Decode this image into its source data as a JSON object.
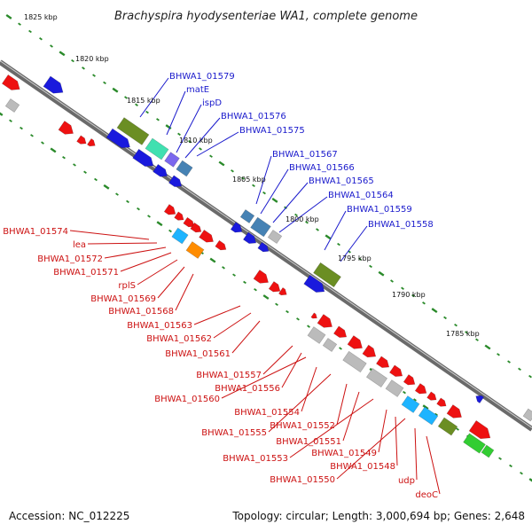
{
  "title": "Brachyspira hyodysenteriae WA1, complete genome",
  "footer": {
    "accession": "Accession: NC_012225",
    "stats": "Topology: circular; Length: 3,000,694 bp; Genes: 2,648"
  },
  "scale_labels": [
    "1825 kbp",
    "1820 kbp",
    "1815 kbp",
    "1810 kbp",
    "1805 kbp",
    "1800 kbp",
    "1795 kbp",
    "1790 kbp",
    "1785 kbp"
  ],
  "labels_upper": [
    "BHWA1_01579",
    "matE",
    "ispD",
    "BHWA1_01576",
    "BHWA1_01575",
    "BHWA1_01567",
    "BHWA1_01566",
    "BHWA1_01565",
    "BHWA1_01564",
    "BHWA1_01559",
    "BHWA1_01558"
  ],
  "labels_lower": [
    "BHWA1_01574",
    "lea",
    "BHWA1_01572",
    "BHWA1_01571",
    "rplS",
    "BHWA1_01569",
    "BHWA1_01568",
    "BHWA1_01563",
    "BHWA1_01562",
    "BHWA1_01561",
    "BHWA1_01557",
    "BHWA1_01556",
    "BHWA1_01560",
    "BHWA1_01554",
    "BHWA1_01555",
    "BHWA1_01552",
    "BHWA1_01551",
    "BHWA1_01553",
    "BHWA1_01549",
    "BHWA1_01548",
    "BHWA1_01550",
    "udp",
    "deoC"
  ],
  "colors": {
    "backbone": "#808080",
    "tick": "#2a8a2a",
    "label_upper": "#1a1acc",
    "label_lower": "#cc1111",
    "gene_red": "#ee1111",
    "gene_blue": "#1a1add",
    "gene_olive": "#6b8e23",
    "gene_mint": "#40e0b0",
    "gene_steel": "#4682b4",
    "gene_gray": "#bbbbbb",
    "gene_cyan": "#1eb4ff",
    "gene_green": "#32cd32",
    "gene_orange": "#ff8c00",
    "gene_purple": "#7b68ee"
  }
}
